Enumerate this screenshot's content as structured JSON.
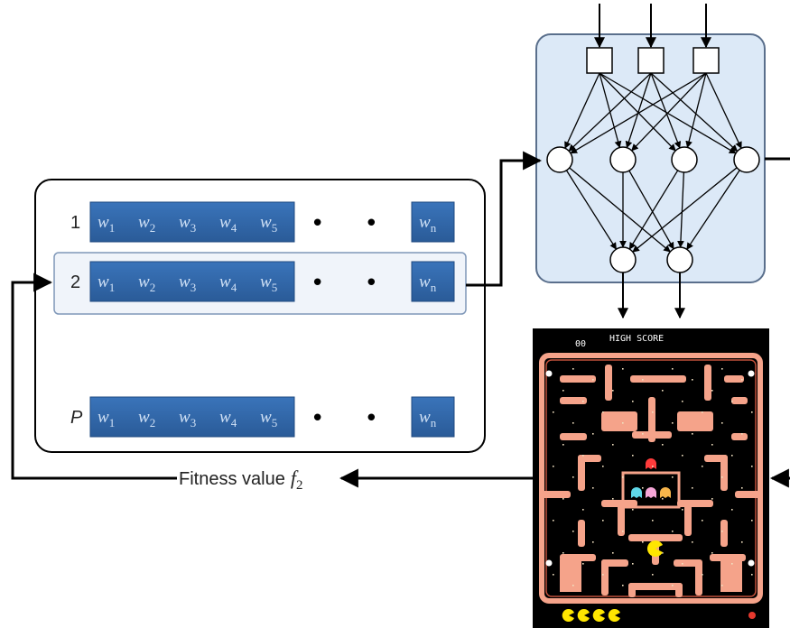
{
  "population": {
    "rows": [
      {
        "label": "1",
        "italic": false
      },
      {
        "label": "2",
        "italic": false,
        "highlighted": true
      },
      {
        "label": "P",
        "italic": true
      }
    ],
    "genes": [
      {
        "base": "w",
        "sub": "1"
      },
      {
        "base": "w",
        "sub": "2"
      },
      {
        "base": "w",
        "sub": "3"
      },
      {
        "base": "w",
        "sub": "4"
      },
      {
        "base": "w",
        "sub": "5"
      }
    ],
    "last_gene": {
      "base": "w",
      "sub": "n"
    },
    "ellipsis": "• • •"
  },
  "fitness": {
    "text": "Fitness value",
    "symbol": "f",
    "sub": "2"
  },
  "network": {
    "inputs": 3,
    "hidden": 4,
    "outputs": 2
  },
  "game": {
    "top_left": "00",
    "title": "HIGH SCORE",
    "lives": 4
  },
  "colors": {
    "gene_fill": "#2e64a6",
    "gene_border": "#1f4a80",
    "highlight_fill": "#f0f4fa",
    "highlight_border": "#7f97b8",
    "network_bg": "#dce9f7",
    "network_border": "#5a6f8c",
    "maze_wall": "#f5a38a",
    "maze_bg": "#000000"
  }
}
